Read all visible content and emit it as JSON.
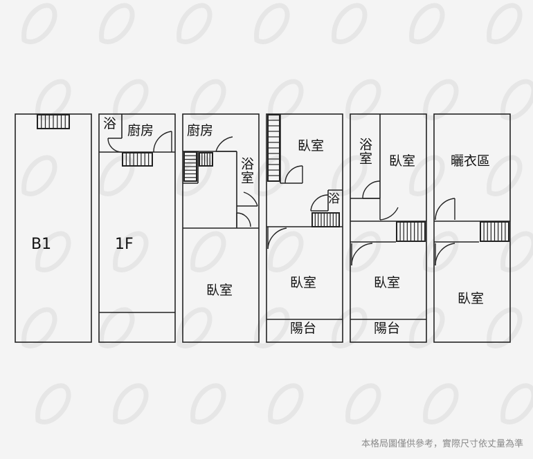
{
  "colors": {
    "wall": "#222222",
    "background": "#f4f4f4",
    "watermark": "#e6e6e6",
    "disclaimer": "#8a8a8a"
  },
  "floors": [
    {
      "id": "b1",
      "label": "B1"
    },
    {
      "id": "1f",
      "label": "1F",
      "bath": "浴",
      "kitchen": "廚房"
    },
    {
      "id": "2f",
      "kitchen": "廚房",
      "bath": "浴室",
      "bedroom": "臥室"
    },
    {
      "id": "3f",
      "bedroom_top": "臥室",
      "bath": "浴",
      "bedroom": "臥室",
      "balcony": "陽台"
    },
    {
      "id": "4f",
      "bath": "浴室",
      "bedroom_top": "臥室",
      "bedroom": "臥室",
      "balcony": "陽台"
    },
    {
      "id": "5f",
      "laundry": "曬衣區",
      "bedroom": "臥室"
    }
  ],
  "disclaimer": "本格局圖僅供參考，實際尺寸依丈量為準"
}
